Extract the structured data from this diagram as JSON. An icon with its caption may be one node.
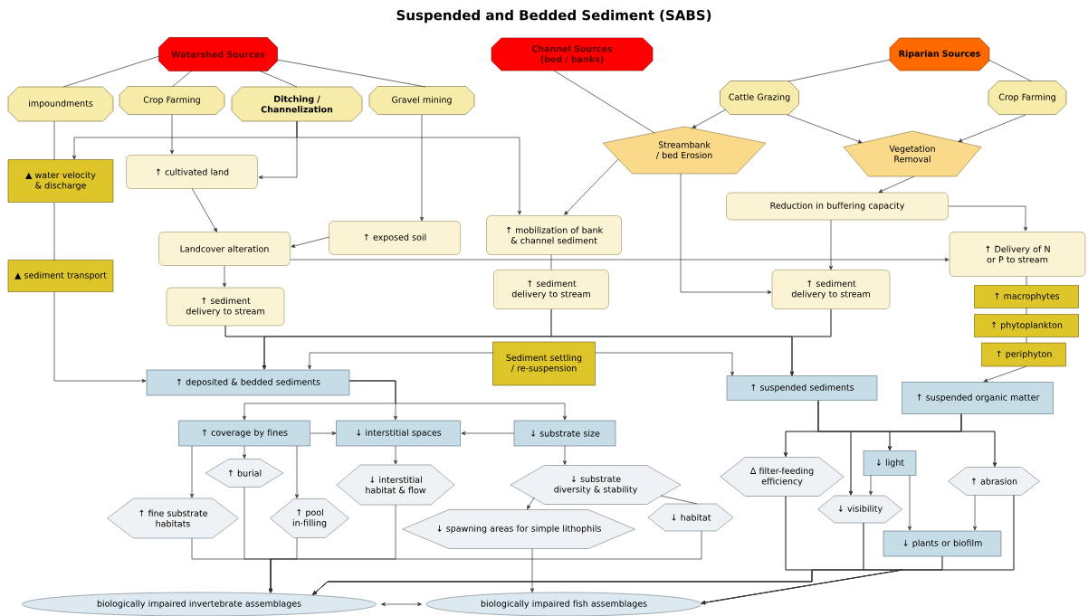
{
  "diagram": {
    "title": "Suspended and Bedded Sediment (SABS)",
    "nodes": [
      {
        "text": [
          "Watershed Sources"
        ]
      },
      {
        "text": [
          "Channel Sources (bed / banks)"
        ]
      },
      {
        "text": [
          "Riparian Sources"
        ]
      },
      {
        "text": [
          "impoundments"
        ]
      },
      {
        "text": [
          "Crop Farming"
        ]
      },
      {
        "text": [
          "Ditching / Channelization"
        ]
      },
      {
        "text": [
          "Gravel mining"
        ]
      },
      {
        "text": [
          "Cattle Grazing"
        ]
      },
      {
        "text": [
          "Crop Farming"
        ]
      },
      {
        "text": [
          "Streambank / bed Erosion"
        ]
      },
      {
        "text": [
          "Vegetation Removal"
        ]
      },
      {
        "text": [
          "▲ water velocity & discharge"
        ]
      },
      {
        "text": [
          "↑ cultivated land"
        ]
      },
      {
        "text": [
          "Landcover alteration"
        ]
      },
      {
        "text": [
          "↑ exposed soil"
        ]
      },
      {
        "text": [
          "↑ mobilization of bank & channel sediment"
        ]
      },
      {
        "text": [
          "Reduction in buffering capacity"
        ]
      },
      {
        "text": [
          "↑ Delivery of N or P to stream"
        ]
      },
      {
        "text": [
          "▲ sediment transport"
        ]
      },
      {
        "text": [
          "↑ sediment delivery to stream"
        ]
      },
      {
        "text": [
          "↑ sediment delivery to stream"
        ]
      },
      {
        "text": [
          "↑ sediment delivery to stream"
        ]
      },
      {
        "text": [
          "↑ macrophytes"
        ]
      },
      {
        "text": [
          "↑ phytoplankton"
        ]
      },
      {
        "text": [
          "↑ periphyton"
        ]
      },
      {
        "text": [
          "Sediment settling / re-suspension"
        ]
      },
      {
        "text": [
          "↑ deposited & bedded sediments"
        ]
      },
      {
        "text": [
          "↑ suspended sediments"
        ]
      },
      {
        "text": [
          "↑ suspended organic matter"
        ]
      },
      {
        "text": [
          "↑ coverage by fines"
        ]
      },
      {
        "text": [
          "↓ interstitial spaces"
        ]
      },
      {
        "text": [
          "↓ substrate size"
        ]
      },
      {
        "text": [
          "↑ burial"
        ]
      },
      {
        "text": [
          "↓ interstitial habitat & flow"
        ]
      },
      {
        "text": [
          "↓ substrate diversity & stability"
        ]
      },
      {
        "text": [
          "Δ filter-feeding efficiency"
        ]
      },
      {
        "text": [
          "↓ light"
        ]
      },
      {
        "text": [
          "↓ visibility"
        ]
      },
      {
        "text": [
          "↑ abrasion"
        ]
      },
      {
        "text": [
          "↑ fine substrate habitats"
        ]
      },
      {
        "text": [
          "↑ pool in-filling"
        ]
      },
      {
        "text": [
          "↓ spawning areas for simple lithophils"
        ]
      },
      {
        "text": [
          "↓ habitat"
        ]
      },
      {
        "text": [
          "↓ plants or biofilm"
        ]
      },
      {
        "text": [
          "biologically impaired invertebrate assemblages"
        ]
      },
      {
        "text": [
          "biologically impaired fish assemblages"
        ]
      }
    ],
    "edges": [
      {
        "from": 0,
        "to": 3,
        "arrow": "none"
      },
      {
        "from": 0,
        "to": 4,
        "arrow": "none"
      },
      {
        "from": 0,
        "to": 5,
        "arrow": "none"
      },
      {
        "from": 0,
        "to": 6,
        "arrow": "none"
      },
      {
        "from": 1,
        "to": 9,
        "arrow": "none"
      },
      {
        "from": 2,
        "to": 7,
        "arrow": "none"
      },
      {
        "from": 2,
        "to": 8,
        "arrow": "none"
      },
      {
        "from": 3,
        "to": 11,
        "arrow": "none"
      },
      {
        "from": 11,
        "to": 18,
        "arrow": "none"
      },
      {
        "from": 18,
        "to": 26,
        "arrow": "to"
      },
      {
        "from": 4,
        "to": 12,
        "arrow": "to"
      },
      {
        "from": 5,
        "to": 12,
        "arrow": "to"
      },
      {
        "from": 5,
        "to": 11,
        "arrow": "to"
      },
      {
        "from": 5,
        "to": 15,
        "arrow": "to"
      },
      {
        "from": 6,
        "to": 14,
        "arrow": "to"
      },
      {
        "from": 12,
        "to": 13,
        "arrow": "to"
      },
      {
        "from": 14,
        "to": 13,
        "arrow": "to"
      },
      {
        "from": 13,
        "to": 17,
        "arrow": "to"
      },
      {
        "from": 13,
        "to": 19,
        "arrow": "to"
      },
      {
        "from": 7,
        "to": 9,
        "arrow": "to"
      },
      {
        "from": 7,
        "to": 10,
        "arrow": "to"
      },
      {
        "from": 8,
        "to": 10,
        "arrow": "to"
      },
      {
        "from": 9,
        "to": 15,
        "arrow": "to"
      },
      {
        "from": 9,
        "to": 21,
        "arrow": "to"
      },
      {
        "from": 10,
        "to": 16,
        "arrow": "to"
      },
      {
        "from": 16,
        "to": 21,
        "arrow": "to"
      },
      {
        "from": 16,
        "to": 17,
        "arrow": "to"
      },
      {
        "from": 15,
        "to": 20,
        "arrow": "none"
      },
      {
        "from": 17,
        "to": 22,
        "arrow": "none"
      },
      {
        "from": 22,
        "to": 23,
        "arrow": "none"
      },
      {
        "from": 23,
        "to": 24,
        "arrow": "none"
      },
      {
        "from": 24,
        "to": 28,
        "arrow": "to"
      },
      {
        "from": 19,
        "to": 26,
        "arrow": "to"
      },
      {
        "from": 19,
        "to": 27,
        "arrow": "to"
      },
      {
        "from": 20,
        "to": 26,
        "arrow": "to"
      },
      {
        "from": 20,
        "to": 27,
        "arrow": "to"
      },
      {
        "from": 21,
        "to": 26,
        "arrow": "to"
      },
      {
        "from": 21,
        "to": 27,
        "arrow": "to"
      },
      {
        "from": 25,
        "to": 26,
        "arrow": "to"
      },
      {
        "from": 25,
        "to": 27,
        "arrow": "to"
      },
      {
        "from": 26,
        "to": 30,
        "arrow": "to"
      },
      {
        "from": 26,
        "to": 29,
        "arrow": "to"
      },
      {
        "from": 26,
        "to": 31,
        "arrow": "to"
      },
      {
        "from": 29,
        "to": 30,
        "arrow": "to"
      },
      {
        "from": 31,
        "to": 30,
        "arrow": "to"
      },
      {
        "from": 29,
        "to": 32,
        "arrow": "to"
      },
      {
        "from": 29,
        "to": 39,
        "arrow": "to"
      },
      {
        "from": 29,
        "to": 40,
        "arrow": "to"
      },
      {
        "from": 30,
        "to": 33,
        "arrow": "to"
      },
      {
        "from": 31,
        "to": 34,
        "arrow": "to"
      },
      {
        "from": 34,
        "to": 41,
        "arrow": "to"
      },
      {
        "from": 34,
        "to": 42,
        "arrow": "none"
      },
      {
        "from": 27,
        "to": 35,
        "arrow": "to"
      },
      {
        "from": 27,
        "to": 37,
        "arrow": "to"
      },
      {
        "from": 27,
        "to": 36,
        "arrow": "to"
      },
      {
        "from": 27,
        "to": 38,
        "arrow": "to"
      },
      {
        "from": 28,
        "to": 35,
        "arrow": "to"
      },
      {
        "from": 28,
        "to": 37,
        "arrow": "to"
      },
      {
        "from": 28,
        "to": 36,
        "arrow": "to"
      },
      {
        "from": 28,
        "to": 38,
        "arrow": "to"
      },
      {
        "from": 36,
        "to": 37,
        "arrow": "to"
      },
      {
        "from": 36,
        "to": 43,
        "arrow": "to"
      },
      {
        "from": 38,
        "to": 43,
        "arrow": "to"
      },
      {
        "from": 39,
        "to": 44,
        "arrow": "to"
      },
      {
        "from": 32,
        "to": 44,
        "arrow": "to"
      },
      {
        "from": 40,
        "to": 44,
        "arrow": "to"
      },
      {
        "from": 33,
        "to": 44,
        "arrow": "to"
      },
      {
        "from": 42,
        "to": 44,
        "arrow": "to"
      },
      {
        "from": 41,
        "to": 45,
        "arrow": "to"
      },
      {
        "from": 35,
        "to": 44,
        "arrow": "to"
      },
      {
        "from": 37,
        "to": 44,
        "arrow": "to"
      },
      {
        "from": 43,
        "to": 44,
        "arrow": "to"
      },
      {
        "from": 38,
        "to": 44,
        "arrow": "to"
      },
      {
        "from": 35,
        "to": 45,
        "arrow": "to"
      },
      {
        "from": 37,
        "to": 45,
        "arrow": "to"
      },
      {
        "from": 43,
        "to": 45,
        "arrow": "to"
      },
      {
        "from": 38,
        "to": 45,
        "arrow": "to"
      },
      {
        "from": 44,
        "to": 45,
        "arrow": "both"
      }
    ]
  }
}
